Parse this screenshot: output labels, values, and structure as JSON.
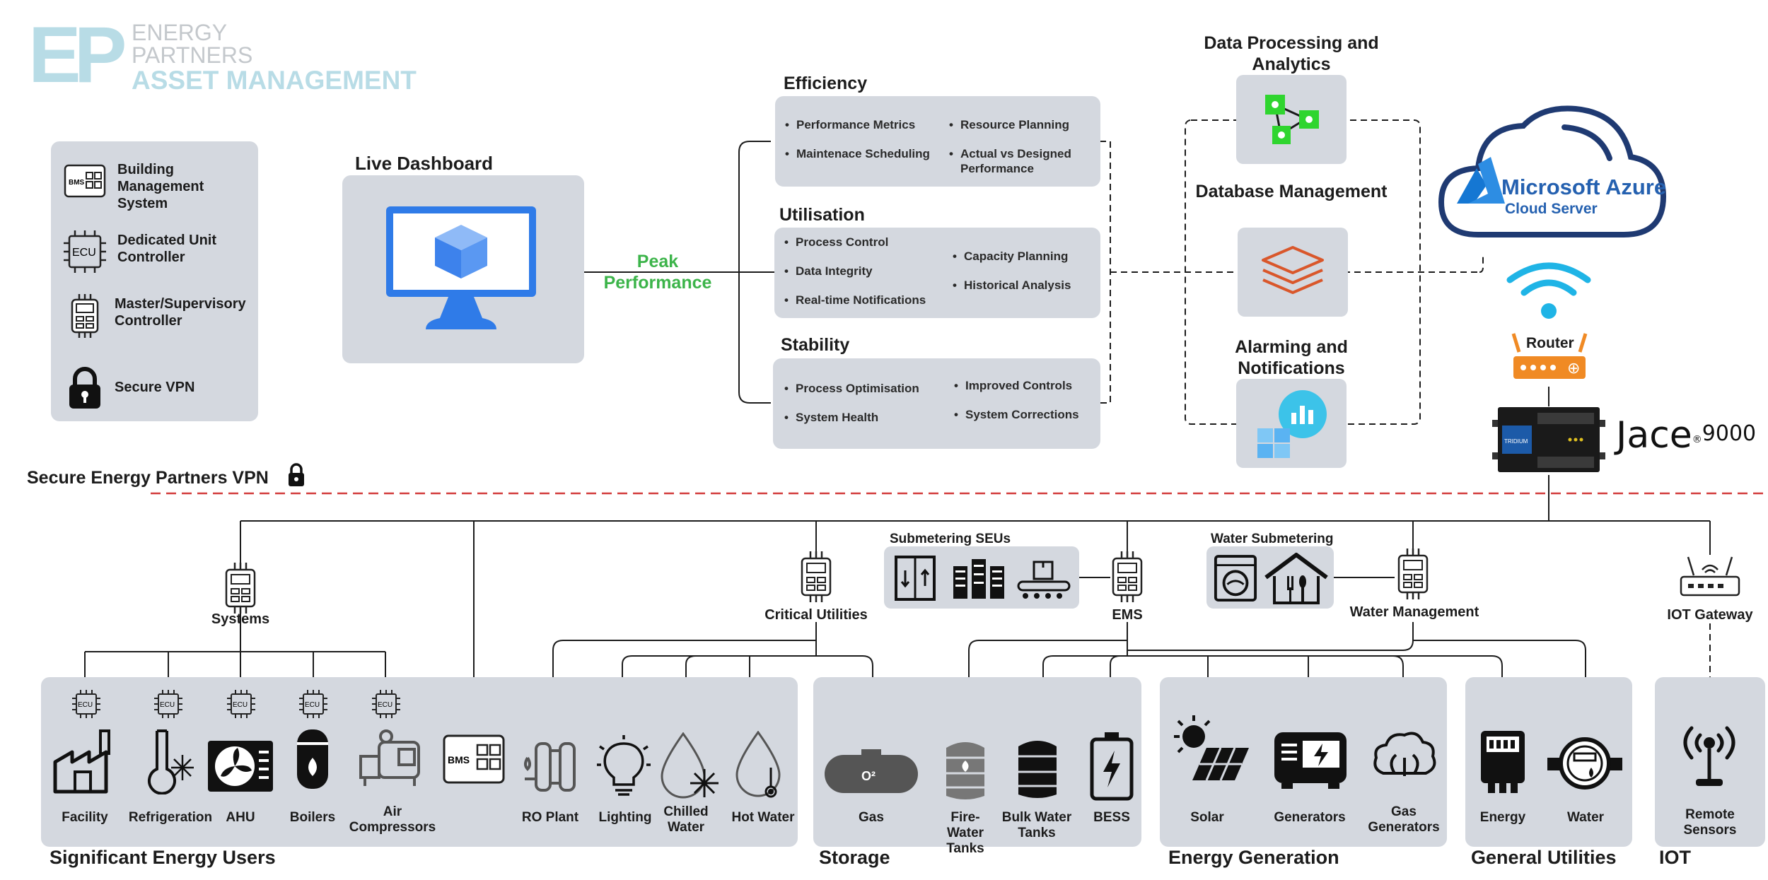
{
  "logo": {
    "initials": "EP",
    "line1": "ENERGY",
    "line2": "PARTNERS",
    "line3": "ASSET MANAGEMENT"
  },
  "legend": [
    {
      "icon": "bms-icon",
      "label": "Building Management System",
      "icon_text": "BMS"
    },
    {
      "icon": "ecu-icon",
      "label": "Dedicated Unit Controller",
      "icon_text": "ECU"
    },
    {
      "icon": "controller-icon",
      "label": "Master/Supervisory Controller"
    },
    {
      "icon": "lock-icon",
      "label": "Secure VPN"
    }
  ],
  "dashboard": {
    "title": "Live Dashboard"
  },
  "peak": {
    "line1": "Peak",
    "line2": "Performance"
  },
  "efficiency": {
    "title": "Efficiency",
    "left": [
      "Performance Metrics",
      "Maintenace Scheduling"
    ],
    "right": [
      "Resource Planning",
      "Actual vs Designed Performance"
    ]
  },
  "utilisation": {
    "title": "Utilisation",
    "left": [
      "Process Control",
      "Data Integrity",
      "Real-time Notifications"
    ],
    "right": [
      "Capacity Planning",
      "Historical Analysis"
    ]
  },
  "stability": {
    "title": "Stability",
    "left": [
      "Process Optimisation",
      "System Health"
    ],
    "right": [
      "Improved Controls",
      "System Corrections"
    ]
  },
  "services": [
    {
      "title": "Data Processing and Analytics",
      "icon": "network-nodes-icon"
    },
    {
      "title": "Database Management",
      "icon": "stacked-layers-icon"
    },
    {
      "title": "Alarming and Notifications",
      "icon": "chart-bubble-icon"
    }
  ],
  "cloud": {
    "brand": "Microsoft Azure",
    "sub": "Cloud Server"
  },
  "router": {
    "label": "Router"
  },
  "jace": {
    "name": "Jace",
    "reg": "®",
    "model": "9000",
    "device_text": "TRIDIUM"
  },
  "vpn": {
    "label": "Secure Energy Partners VPN"
  },
  "controllers": {
    "systems": "Systems",
    "critical": "Critical Utilities",
    "ems": "EMS",
    "water": "Water Management",
    "iot": "IOT Gateway"
  },
  "submetering": {
    "seus": "Submetering SEUs",
    "water": "Water Submetering"
  },
  "seu_items": [
    {
      "label": "Facility",
      "icon": "factory-icon"
    },
    {
      "label": "Refrigeration",
      "icon": "refrigeration-icon"
    },
    {
      "label": "AHU",
      "icon": "ahu-fan-icon"
    },
    {
      "label": "Boilers",
      "icon": "boiler-icon"
    },
    {
      "label": "Air Compressors",
      "icon": "air-compressor-icon"
    },
    {
      "label": "RO Plant",
      "icon": "ro-plant-icon"
    },
    {
      "label": "Lighting",
      "icon": "light-bulb-icon"
    },
    {
      "label": "Chilled Water",
      "icon": "chilled-water-icon"
    },
    {
      "label": "Hot Water",
      "icon": "hot-water-icon"
    }
  ],
  "ecu_text": "ECU",
  "bms_text": "BMS",
  "storage_items": [
    {
      "label": "Gas",
      "icon": "gas-tank-icon",
      "icon_text": "O²"
    },
    {
      "label": "Fire-Water Tanks",
      "icon": "fire-water-tank-icon"
    },
    {
      "label": "Bulk Water Tanks",
      "icon": "bulk-water-tank-icon"
    },
    {
      "label": "BESS",
      "icon": "battery-icon"
    }
  ],
  "generation_items": [
    {
      "label": "Solar",
      "icon": "solar-icon"
    },
    {
      "label": "Generators",
      "icon": "generator-icon"
    },
    {
      "label": "Gas Generators",
      "icon": "gas-generator-icon"
    }
  ],
  "utility_items": [
    {
      "label": "Energy",
      "icon": "energy-meter-icon"
    },
    {
      "label": "Water",
      "icon": "water-meter-icon"
    }
  ],
  "iot_items": [
    {
      "label": "Remote Sensors",
      "icon": "remote-sensor-icon"
    }
  ],
  "groups": {
    "seu": "Significant Energy Users",
    "storage": "Storage",
    "generation": "Energy Generation",
    "utilities": "General Utilities",
    "iot": "IOT"
  },
  "colors": {
    "panel": "#d4d8df",
    "peak": "#3cb44a",
    "vpn_line": "#d23b3b",
    "azure": "#1f3a72",
    "wifi": "#1fb4e6",
    "router": "#f08a24",
    "logo": "#b8dce6"
  }
}
